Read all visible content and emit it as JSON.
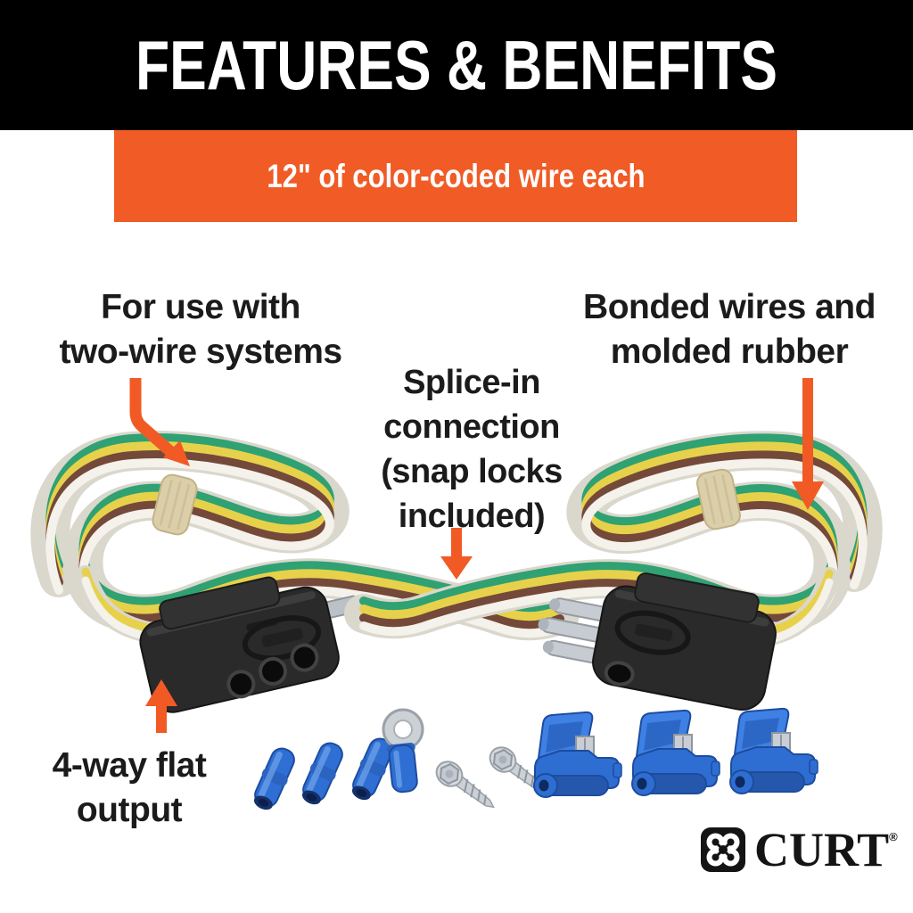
{
  "header": {
    "title": "FEATURES & BENEFITS"
  },
  "subheader": {
    "text": "12\" of color-coded wire each"
  },
  "callouts": {
    "two_wire": {
      "line1": "For use with",
      "line2": "two-wire systems"
    },
    "bonded": {
      "line1": "Bonded wires and",
      "line2": "molded rubber"
    },
    "splice": {
      "line1": "Splice-in",
      "line2": "connection",
      "line3": "(snap locks",
      "line4": "included)"
    },
    "output": {
      "line1": "4-way flat",
      "line2": "output"
    }
  },
  "brand": {
    "name": "CURT",
    "registered": "®"
  },
  "colors": {
    "banner_bg": "#000000",
    "banner_text": "#ffffff",
    "accent_orange": "#F05B26",
    "arrow_orange": "#F15A24",
    "wire_green": "#2FA172",
    "wire_yellow": "#E7D14B",
    "wire_brown": "#74493A",
    "wire_white": "#F4F2EA",
    "rubber_band": "#DBCFA9",
    "connector_black": "#2A2A2A",
    "hardware_blue": "#2E6ED2",
    "metal_silver": "#C7CCD2"
  }
}
